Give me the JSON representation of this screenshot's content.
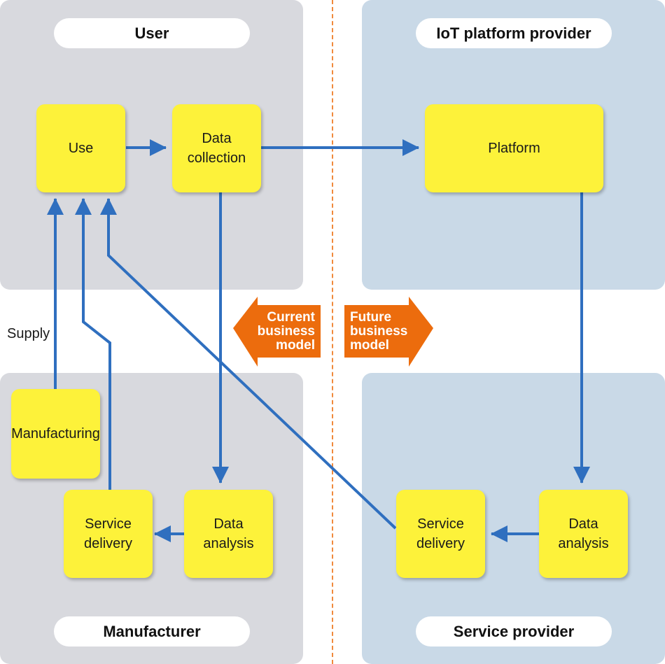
{
  "regions": {
    "user": "User",
    "iot_platform_provider": "IoT platform provider",
    "manufacturer": "Manufacturer",
    "service_provider": "Service provider"
  },
  "nodes": {
    "use": "Use",
    "data_collection": "Data\ncollection",
    "platform": "Platform",
    "manufacturing": "Manufacturing",
    "mfr_service_delivery": "Service\ndelivery",
    "mfr_data_analysis": "Data\nanalysis",
    "sp_service_delivery": "Service\ndelivery",
    "sp_data_analysis": "Data\nanalysis"
  },
  "labels": {
    "supply": "Supply",
    "current_model": "Current\nbusiness\nmodel",
    "future_model": "Future\nbusiness\nmodel"
  },
  "colors": {
    "user_panel": "#d8d9de",
    "provider_panel": "#c9d9e7",
    "node": "#fdf23a",
    "connector": "#2f6fbf",
    "model_arrow": "#ec6c0d",
    "divider": "#f08a3c"
  }
}
